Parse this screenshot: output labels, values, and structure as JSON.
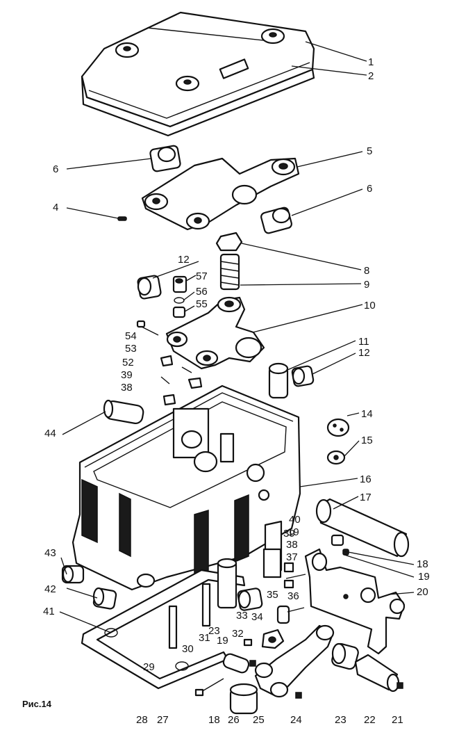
{
  "caption": "Рис.14",
  "labels": {
    "l1": "1",
    "l2": "2",
    "l4": "4",
    "l5": "5",
    "l6a": "6",
    "l6b": "6",
    "l8": "8",
    "l9": "9",
    "l10": "10",
    "l11": "11",
    "l12a": "12",
    "l12b": "12",
    "l14": "14",
    "l15": "15",
    "l16": "16",
    "l17": "17",
    "l18a": "18",
    "l18b": "18",
    "l19a": "19",
    "l19b": "19",
    "l19c": "19",
    "l20": "20",
    "l21": "21",
    "l22": "22",
    "l23a": "23",
    "l23b": "23",
    "l24": "24",
    "l25": "25",
    "l26": "26",
    "l27": "27",
    "l28": "28",
    "l29": "29",
    "l30": "30",
    "l31": "31",
    "l32": "32",
    "l33": "33",
    "l34": "34",
    "l35": "35",
    "l36": "36",
    "l37": "37",
    "l38a": "38",
    "l38b": "38",
    "l39a": "39",
    "l39b": "39",
    "l40": "40",
    "l41": "41",
    "l42": "42",
    "l43": "43",
    "l44": "44",
    "l52": "52",
    "l53": "53",
    "l54": "54",
    "l55": "55",
    "l56": "56",
    "l57": "57"
  }
}
